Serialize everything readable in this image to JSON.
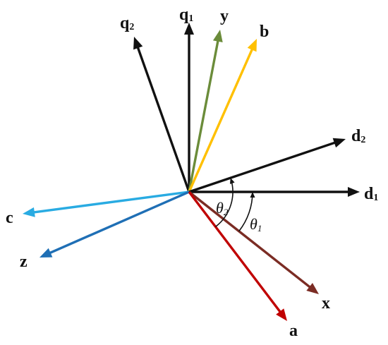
{
  "vectors": [
    {
      "key": "q2",
      "base": "q",
      "sub": "2",
      "color": "#111111"
    },
    {
      "key": "q1",
      "base": "q",
      "sub": "1",
      "color": "#111111"
    },
    {
      "key": "y",
      "base": "y",
      "sub": "",
      "color": "#6B8C3A"
    },
    {
      "key": "b",
      "base": "b",
      "sub": "",
      "color": "#FFC000"
    },
    {
      "key": "d2",
      "base": "d",
      "sub": "2",
      "color": "#111111"
    },
    {
      "key": "d1",
      "base": "d",
      "sub": "1",
      "color": "#111111"
    },
    {
      "key": "c",
      "base": "c",
      "sub": "",
      "color": "#29ABE2"
    },
    {
      "key": "z",
      "base": "z",
      "sub": "",
      "color": "#1F6FB5"
    },
    {
      "key": "x",
      "base": "x",
      "sub": "",
      "color": "#7B2C24"
    },
    {
      "key": "a",
      "base": "a",
      "sub": "",
      "color": "#C00000"
    }
  ],
  "angles": [
    {
      "key": "theta2",
      "symbol": "θ",
      "sub": "2"
    },
    {
      "key": "theta1",
      "symbol": "θ",
      "sub": "1"
    }
  ]
}
